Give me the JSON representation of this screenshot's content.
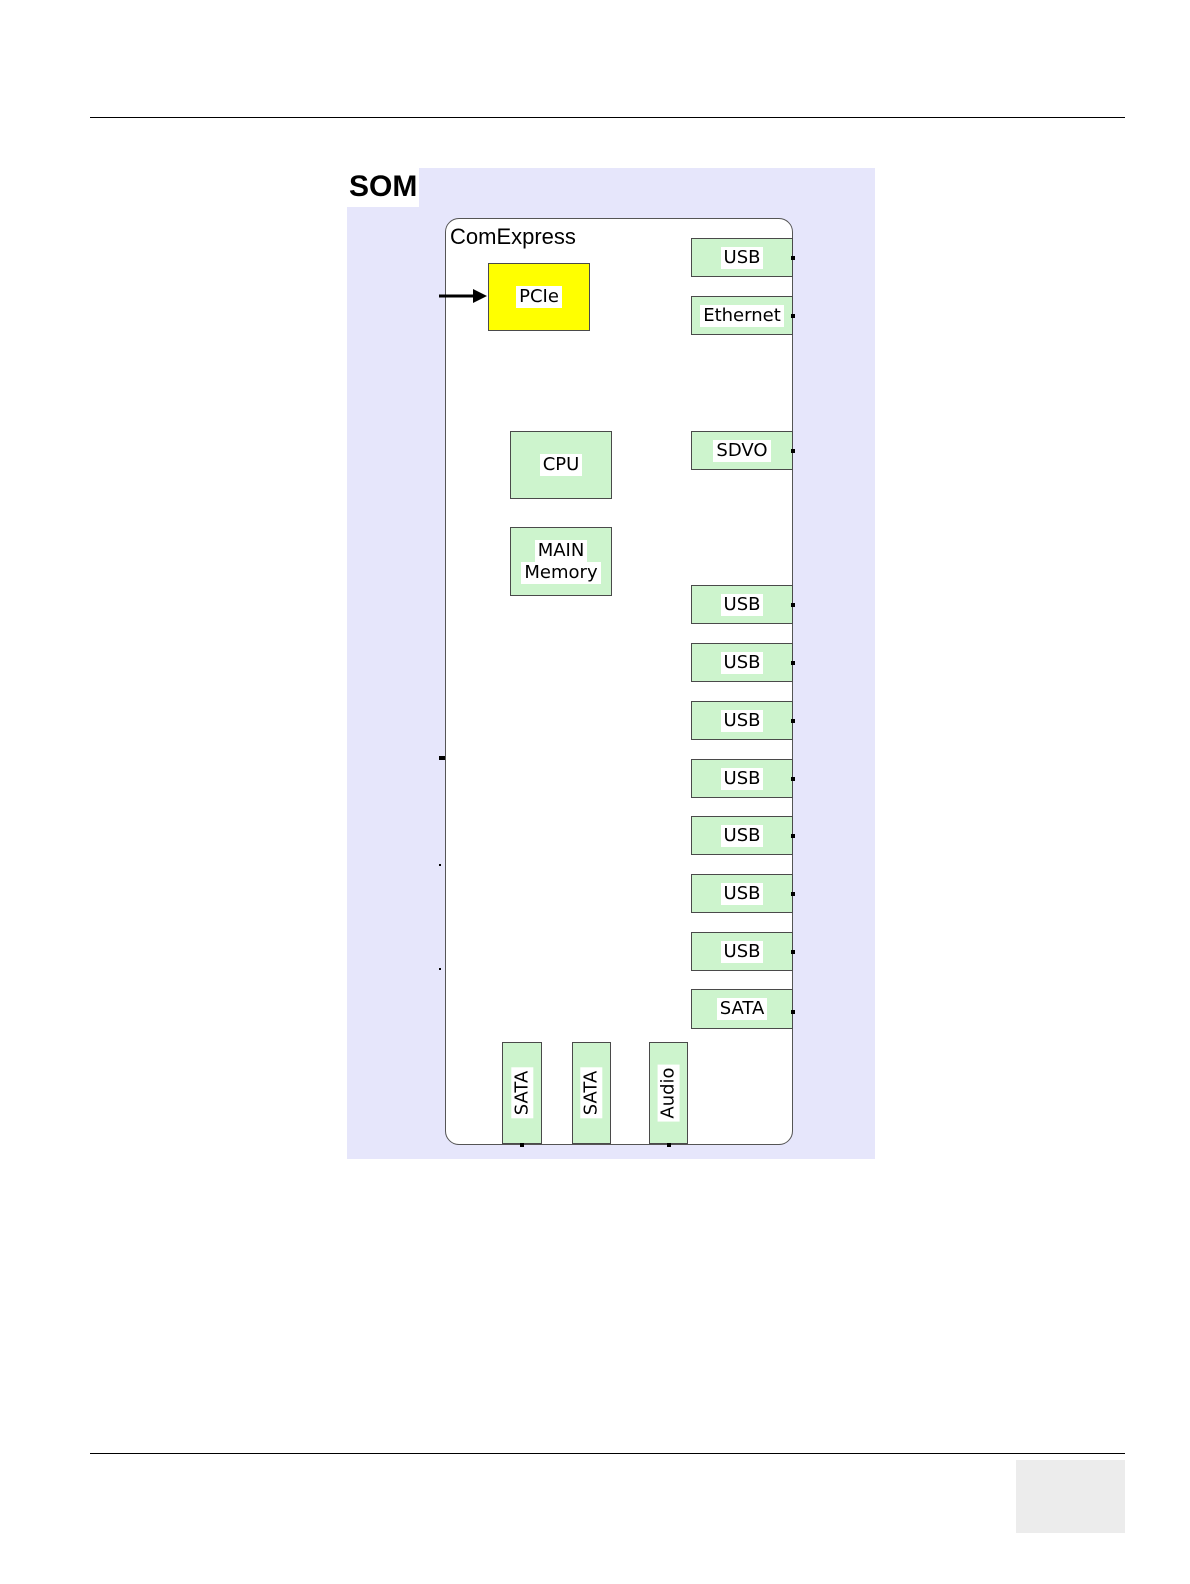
{
  "figure": {
    "title": "SOM",
    "board_label": "ComExpress",
    "blocks": {
      "pcie": "PCIe",
      "cpu": "CPU",
      "memory_line1": "MAIN",
      "memory_line2": "Memory"
    },
    "right_ports": [
      "USB",
      "Ethernet",
      "SDVO",
      "USB",
      "USB",
      "USB",
      "USB",
      "USB",
      "USB",
      "USB",
      "SATA"
    ],
    "bottom_ports": [
      "SATA",
      "SATA",
      "Audio"
    ],
    "colors": {
      "background": "#e6e6fb",
      "port_fill": "#cdf4cd",
      "pcie_fill": "#ffff00"
    }
  }
}
